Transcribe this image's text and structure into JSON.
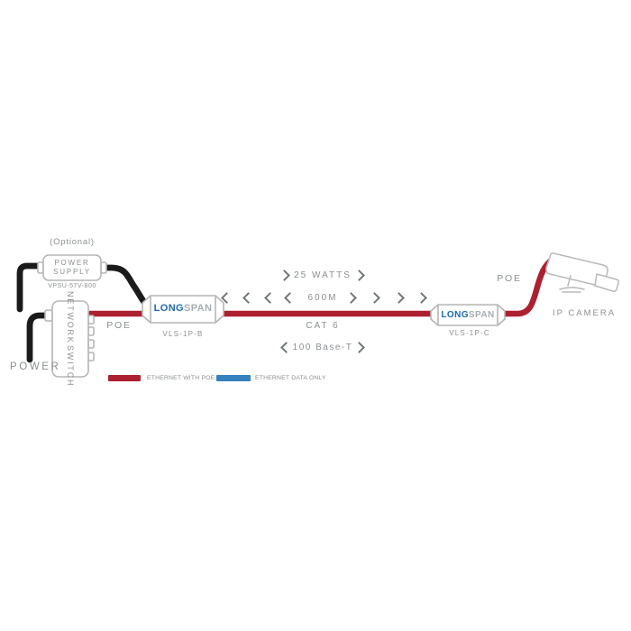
{
  "labels": {
    "optional": "(Optional)",
    "power_supply_line1": "POWER",
    "power_supply_line2": "SUPPLY",
    "power_supply_model": "VPSU-57V-800",
    "network_switch_line1": "NETWORK",
    "network_switch_line2": "SWITCH",
    "power": "POWER",
    "poe_input": "POE",
    "poe_output": "POE",
    "ip_camera": "IP CAMERA"
  },
  "devices": {
    "sender": {
      "brand_bold": "LONG",
      "brand_light": "SPAN",
      "model": "VLS-1P-B"
    },
    "receiver": {
      "brand_bold": "LONG",
      "brand_light": "SPAN",
      "model": "VLS-1P-C"
    }
  },
  "link": {
    "power_budget": "25 WATTS",
    "distance": "600M",
    "cable_type": "CAT 6",
    "standard": "100 Base-T"
  },
  "legend": {
    "poe_label": "ETHERNET WITH POE",
    "data_label": "ETHERNET DATA ONLY"
  },
  "colors": {
    "poe_cable": "#ad2030",
    "data_cable": "#347fbe",
    "power_cable": "#1b1b1b",
    "brand_blue": "#1a6ab3",
    "brand_gray": "#a7adb1",
    "outline_gray": "#b6b6b6",
    "text_gray": "#8b8f91"
  }
}
